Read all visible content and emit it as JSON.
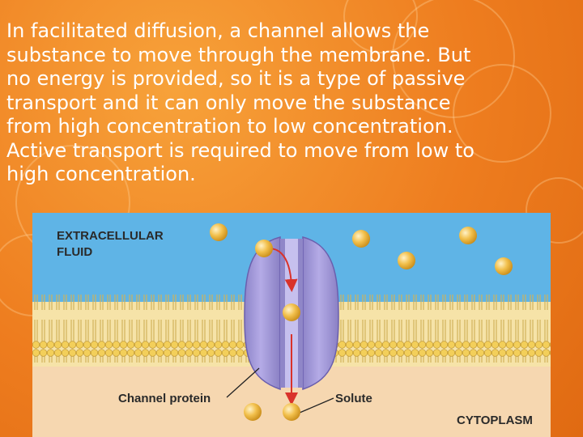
{
  "slide": {
    "paragraph": "In facilitated diffusion, a channel allows the\nsubstance to move through the membrane.  But\nno energy is provided, so it is a type of passive\ntransport and it can only move the substance\nfrom high concentration to low concentration.\nActive transport is required to move from low to\nhigh concentration."
  },
  "diagram": {
    "extracellular_line1": "EXTRACELLULAR",
    "extracellular_line2": "FLUID",
    "channel_protein_label": "Channel protein",
    "solute_label": "Solute",
    "cytoplasm_label": "CYTOPLASM"
  },
  "colors": {
    "background_orange": "#ee7d1f",
    "extracellular_blue": "#5fb4e6",
    "cytoplasm_peach": "#f6d7b0",
    "channel_protein": "#a49ad8",
    "solute_gold": "#f2c04c",
    "arrow_red": "#d9322a"
  }
}
